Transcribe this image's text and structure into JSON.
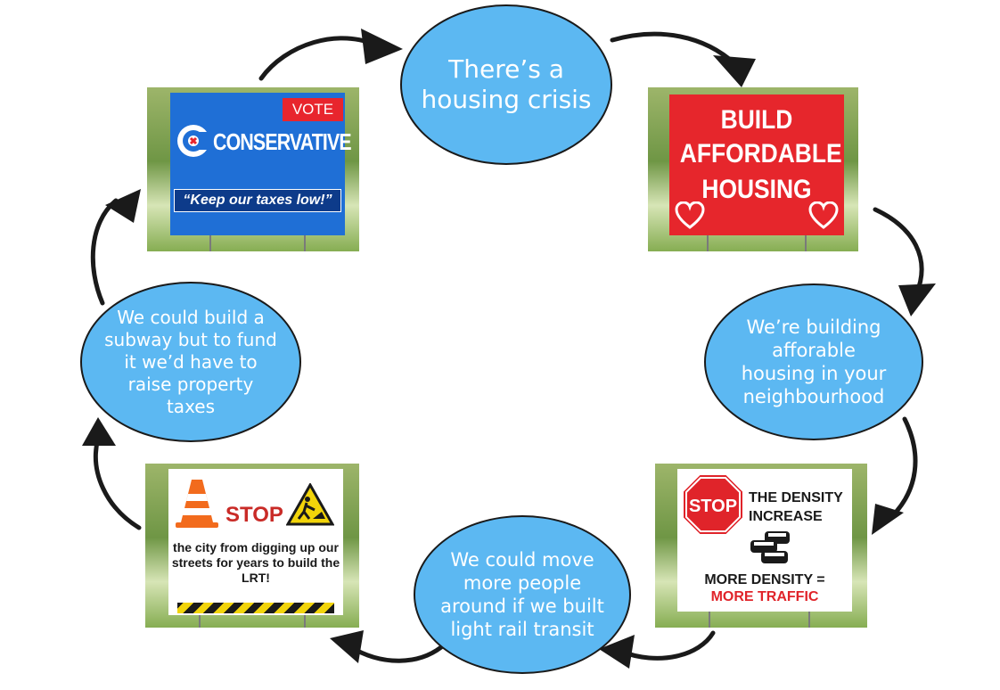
{
  "cycle": {
    "step1": "There’s a housing crisis",
    "step2": "We’re building afforable housing in your neighbourhood",
    "step3": "We could move more people around if we built light rail transit",
    "step4": "We could build a subway but to fund it we’d have to raise property taxes"
  },
  "signs": {
    "conservative": {
      "vote": "VOTE",
      "party": "CONSERVATIVE",
      "slogan": "“Keep our taxes low!”"
    },
    "build_housing": {
      "line1": "BUILD",
      "line2": "AFFORDABLE",
      "line3": "HOUSING"
    },
    "density": {
      "stop": "STOP",
      "line1": "THE DENSITY",
      "line2": "INCREASE",
      "line3": "MORE DENSITY =",
      "line4": "MORE TRAFFIC"
    },
    "lrt": {
      "stop": "STOP",
      "message": "the city from digging up our streets for years to build the LRT!"
    }
  },
  "colors": {
    "ellipse_fill": "#5cb8f2",
    "conservative_blue": "#1f6fd6",
    "sign_red": "#e6262c",
    "arrow": "#1a1a1a"
  }
}
